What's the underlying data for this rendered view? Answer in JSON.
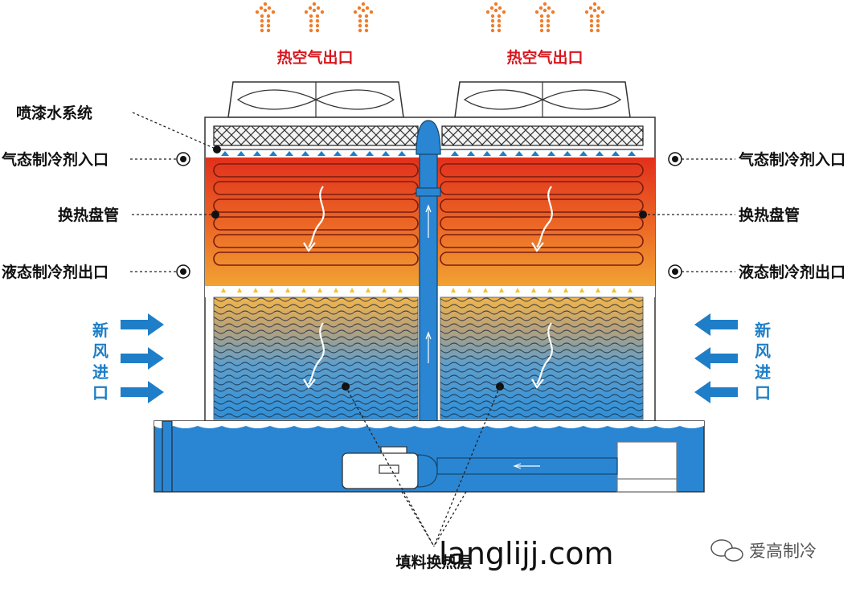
{
  "labels": {
    "hot_air_outlet_left": "热空气出口",
    "hot_air_outlet_right": "热空气出口",
    "spray_system": "喷漆水系统",
    "gas_inlet_left": "气态制冷剂入口",
    "gas_inlet_right": "气态制冷剂入口",
    "coil_left": "换热盘管",
    "coil_right": "换热盘管",
    "liquid_outlet_left": "液态制冷剂出口",
    "liquid_outlet_right": "液态制冷剂出口",
    "fresh_air_left": [
      "新",
      "风",
      "进",
      "口"
    ],
    "fresh_air_right": [
      "新",
      "风",
      "进",
      "口"
    ],
    "fill_layer": "填料换热层"
  },
  "watermark": "langlijj.com",
  "brand": "爱高制冷",
  "colors": {
    "hot_arrow": "#f07c2a",
    "label_red": "#d9161e",
    "fresh_air_blue": "#1e7ec8",
    "coil_top": "#e8331f",
    "coil_bottom": "#f0a030",
    "water_blue": "#2a86d2",
    "fill_top": "#f3b04a",
    "fill_bottom": "#2f8fd8"
  }
}
